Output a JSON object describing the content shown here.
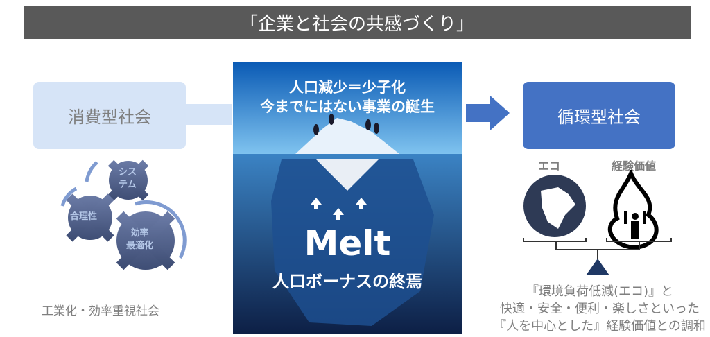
{
  "title": "「企業と社会の共感づくり」",
  "left": {
    "box_label": "消費型社会",
    "gears": [
      "システム",
      "合理性",
      "効率最適化"
    ],
    "gear_lines": {
      "system": [
        "シス",
        "テム"
      ],
      "efficiency": [
        "効率",
        "最適化"
      ]
    },
    "caption": "工業化・効率重視社会"
  },
  "center": {
    "top_line1": "人口減少＝少子化",
    "top_line2": "今までにはない事業の誕生",
    "melt": "Melt",
    "bottom": "人口ボーナスの終焉"
  },
  "right": {
    "box_label": "循環型社会",
    "eco_label": "エコ",
    "exp_label": "経験価値",
    "caption": [
      "『環境負荷低減(エコ)』と",
      "快適・安全・便利・楽しさといった",
      "『人を中心とした』経験価値との調和"
    ]
  },
  "colors": {
    "title_bg": "#595959",
    "left_box": "#d6e4f7",
    "right_box": "#4472c4",
    "gear": "#4e5f87",
    "fulcrum": "#1f3864"
  }
}
